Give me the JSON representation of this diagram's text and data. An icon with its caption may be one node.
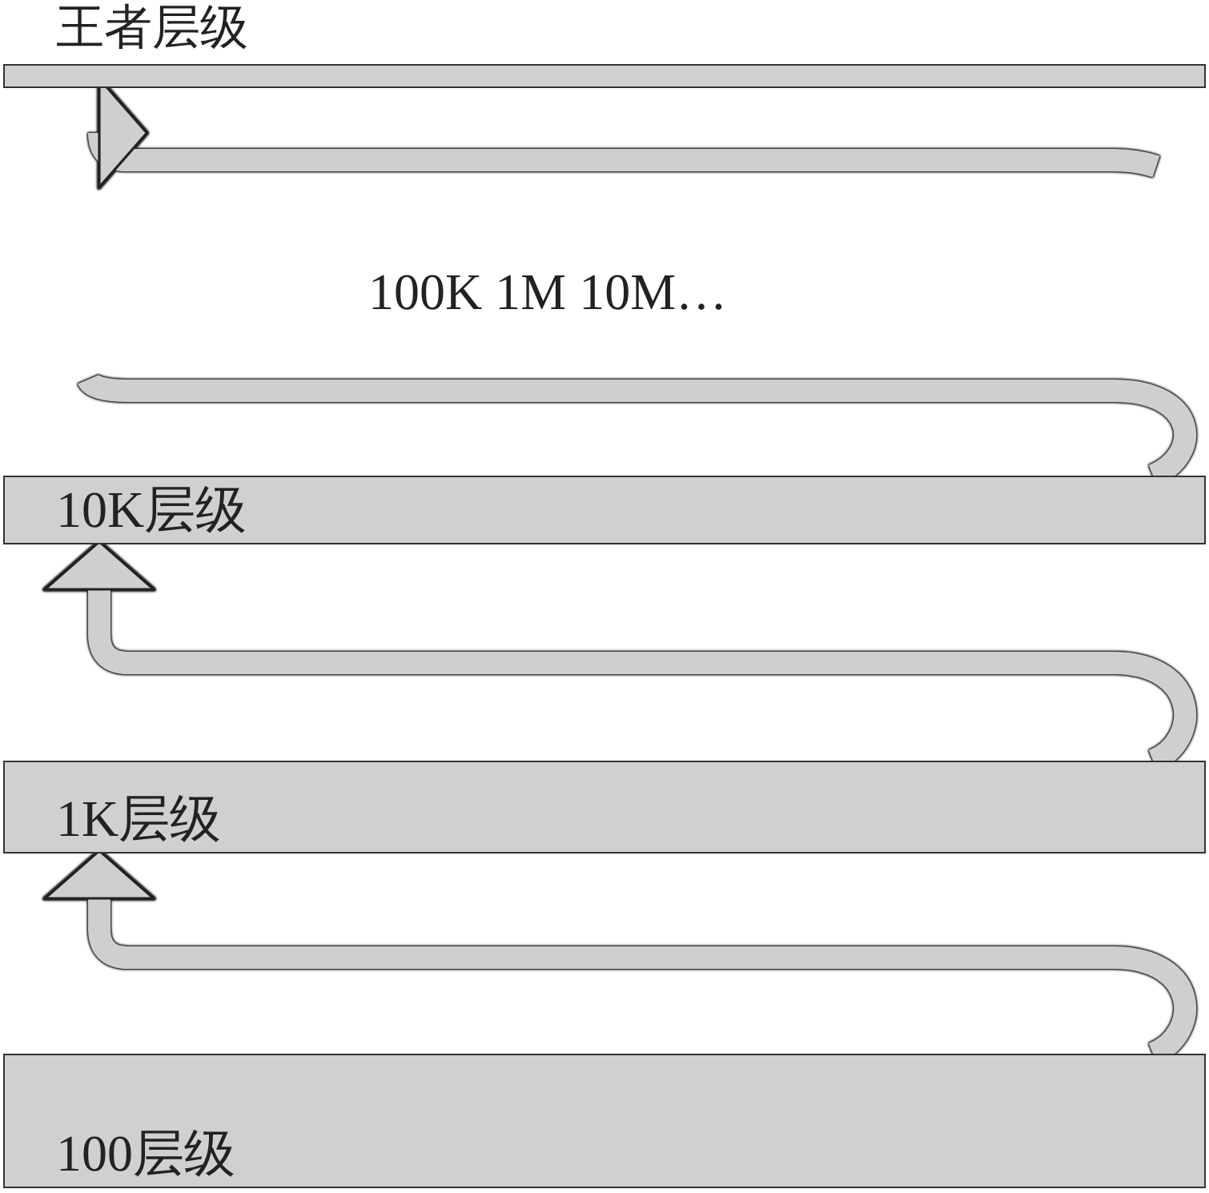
{
  "diagram": {
    "nodes": [
      {
        "text": [
          "王者层级"
        ]
      },
      {
        "text": [
          "10K层级"
        ]
      },
      {
        "text": [
          "1K层级"
        ]
      },
      {
        "text": [
          "100层级"
        ]
      }
    ],
    "edges": [
      {
        "from": 3,
        "to": 2,
        "arrow": "to"
      },
      {
        "from": 2,
        "to": 1,
        "arrow": "to"
      },
      {
        "from": 1,
        "to": null,
        "arrow": "none"
      },
      {
        "from": null,
        "to": 0,
        "arrow": "to"
      }
    ],
    "labels": [
      "100K 1M 10M…"
    ]
  }
}
